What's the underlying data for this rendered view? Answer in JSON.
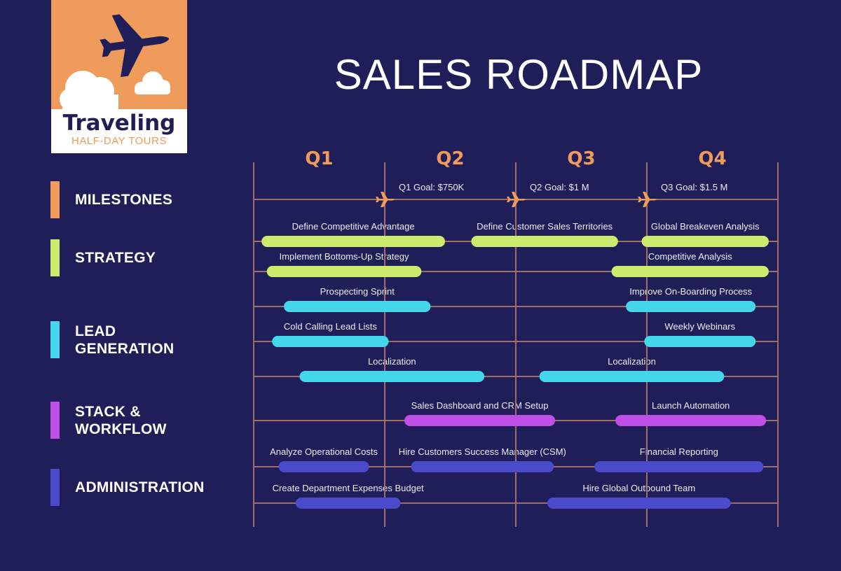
{
  "logo": {
    "name": "Traveling",
    "subtitle": "HALF-DAY TOURS"
  },
  "title": "SALES ROADMAP",
  "colors": {
    "background": "#201e59",
    "grid": "#9c6f6a",
    "milestones": "#ee9b5b",
    "strategy": "#cdeb6c",
    "lead_generation": "#44d6ea",
    "stack_workflow": "#c04ee8",
    "administration": "#4b4acb"
  },
  "categories": [
    {
      "key": "milestones",
      "label": "MILESTONES",
      "color": "#ee9b5b"
    },
    {
      "key": "strategy",
      "label": "STRATEGY",
      "color": "#cdeb6c"
    },
    {
      "key": "lead_generation",
      "label": "LEAD\nGENERATION",
      "color": "#44d6ea"
    },
    {
      "key": "stack_workflow",
      "label": "STACK &\nWORKFLOW",
      "color": "#c04ee8"
    },
    {
      "key": "administration",
      "label": "ADMINISTRATION",
      "color": "#4b4acb"
    }
  ],
  "chart_data": {
    "type": "gantt",
    "title": "SALES ROADMAP",
    "time_unit": "quarter",
    "quarters": [
      "Q1",
      "Q2",
      "Q3",
      "Q4"
    ],
    "range": [
      0,
      4
    ],
    "milestones": [
      {
        "label": "Q1 Goal: $750K",
        "at": 1
      },
      {
        "label": "Q2 Goal: $1 M",
        "at": 2
      },
      {
        "label": "Q3 Goal: $1.5 M",
        "at": 3
      }
    ],
    "rows": [
      {
        "category": "strategy",
        "tasks": [
          {
            "label": "Define Competitive Advantage",
            "start": 0.06,
            "end": 1.46
          },
          {
            "label": "Define Customer Sales Territories",
            "start": 1.66,
            "end": 2.78
          },
          {
            "label": "Global Breakeven Analysis",
            "start": 2.96,
            "end": 3.93
          }
        ]
      },
      {
        "category": "strategy",
        "tasks": [
          {
            "label": "Implement Bottoms-Up Strategy",
            "start": 0.1,
            "end": 1.28
          },
          {
            "label": "Competitive Analysis",
            "start": 2.73,
            "end": 3.93
          }
        ]
      },
      {
        "category": "lead_generation",
        "tasks": [
          {
            "label": "Prospecting Sprint",
            "start": 0.23,
            "end": 1.35
          },
          {
            "label": "Improve On-Boarding Process",
            "start": 2.84,
            "end": 3.83
          }
        ]
      },
      {
        "category": "lead_generation",
        "tasks": [
          {
            "label": "Cold Calling Lead Lists",
            "start": 0.14,
            "end": 1.03
          },
          {
            "label": "Weekly Webinars",
            "start": 2.98,
            "end": 3.83
          }
        ]
      },
      {
        "category": "lead_generation",
        "tasks": [
          {
            "label": "Localization",
            "start": 0.35,
            "end": 1.76
          },
          {
            "label": "Localization",
            "start": 2.18,
            "end": 3.59
          }
        ]
      },
      {
        "category": "stack_workflow",
        "tasks": [
          {
            "label": "Sales Dashboard and CRM Setup",
            "start": 1.15,
            "end": 2.3
          },
          {
            "label": "Launch Automation",
            "start": 2.76,
            "end": 3.91
          }
        ]
      },
      {
        "category": "administration",
        "tasks": [
          {
            "label": "Analyze Operational Costs",
            "start": 0.19,
            "end": 0.88
          },
          {
            "label": "Hire Customers Success Manager (CSM)",
            "start": 1.2,
            "end": 2.29
          },
          {
            "label": "Financial Reporting",
            "start": 2.6,
            "end": 3.89
          }
        ]
      },
      {
        "category": "administration",
        "tasks": [
          {
            "label": "Create Department Expenses Budget",
            "start": 0.32,
            "end": 1.12
          },
          {
            "label": "Hire Global Outbound Team",
            "start": 2.24,
            "end": 3.64
          }
        ]
      }
    ]
  }
}
